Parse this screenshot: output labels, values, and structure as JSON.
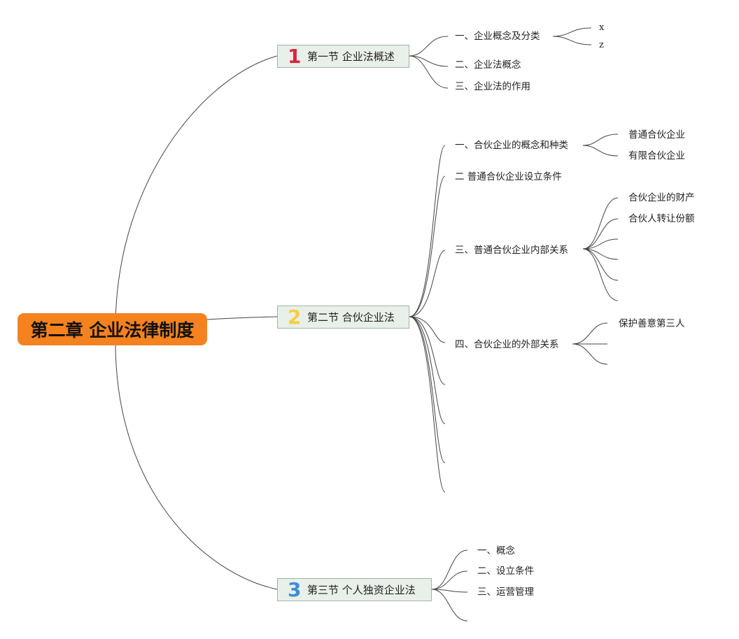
{
  "root": {
    "title": "第二章 企业法律制度"
  },
  "sections": [
    {
      "number": "1",
      "title": "第一节 企业法概述",
      "topics": {
        "t1": "一、企业概念及分类",
        "t1_children": [
          "x",
          "z"
        ],
        "t2": "二、企业法概念",
        "t3": "三、企业法的作用"
      }
    },
    {
      "number": "2",
      "title": "第二节 合伙企业法",
      "topics": {
        "t1": "一、合伙企业的概念和种类",
        "t1_children": [
          "普通合伙企业",
          "有限合伙企业"
        ],
        "t2": "二 普通合伙企业设立条件",
        "t3": "三、普通合伙企业内部关系",
        "t3_children": [
          "合伙企业的财产",
          "合伙人转让份额"
        ],
        "t4": "四、合伙企业的外部关系",
        "t4_children": [
          "保护善意第三人"
        ]
      }
    },
    {
      "number": "3",
      "title": "第三节 个人独资企业法",
      "topics": {
        "t1": "一、概念",
        "t2": "二、设立条件",
        "t3": "三、运营管理"
      }
    }
  ]
}
